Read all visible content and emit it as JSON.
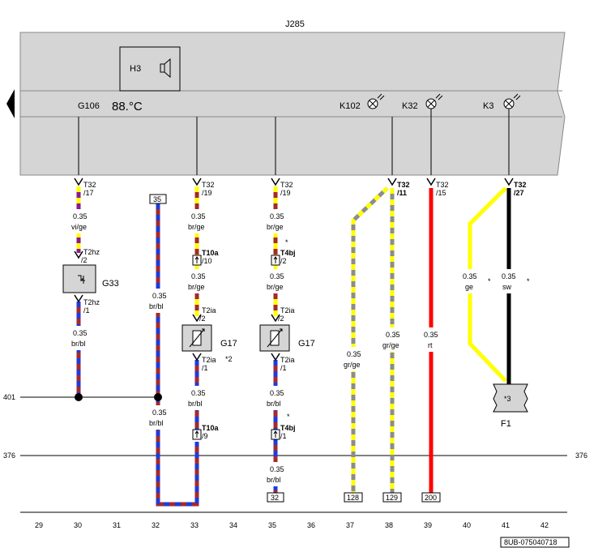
{
  "unit_id": "J285",
  "components": {
    "h3": "H3",
    "g106": "G106",
    "display": "88.°C",
    "k102": "K102",
    "k32": "K32",
    "k3": "K3",
    "g33": "G33",
    "g17_a": "G17",
    "g17_b": "G17",
    "f1": "F1",
    "f1_note": "*3",
    "g17_a_note": "*2"
  },
  "connectors": {
    "w30_top": [
      "T32",
      "/17"
    ],
    "w33_top": [
      "T32",
      "/19"
    ],
    "w35_top": [
      "T32",
      "/19"
    ],
    "w38_top": [
      "T32",
      "/11"
    ],
    "w39_top": [
      "T32",
      "/15"
    ],
    "w41_top": [
      "T32",
      "/27"
    ],
    "w30_t2hz_a": [
      "T2hz",
      "/2"
    ],
    "w30_t2hz_b": [
      "T2hz",
      "/1"
    ],
    "w33_t10a_a": [
      "T10a",
      "/10"
    ],
    "w33_t2ia_a": [
      "T2ia",
      "/2"
    ],
    "w33_t2ia_b": [
      "T2ia",
      "/1"
    ],
    "w33_t10a_b": [
      "T10a",
      "/9"
    ],
    "w35_t4bj_a": [
      "T4bj",
      "/2"
    ],
    "w35_t2ia_a": [
      "T2ia",
      "/2"
    ],
    "w35_t2ia_b": [
      "T2ia",
      "/1"
    ],
    "w35_t4bj_b": [
      "T4bj",
      "/1"
    ]
  },
  "wire_labels": {
    "w30_a": [
      "0.35",
      "vi/ge"
    ],
    "w30_b": [
      "0.35",
      "br/bl"
    ],
    "w32_a": [
      "0.35",
      "br/bl"
    ],
    "w32_b": [
      "0.35",
      "br/bl"
    ],
    "w33_a": [
      "0.35",
      "br/ge"
    ],
    "w33_b": [
      "0.35",
      "br/ge"
    ],
    "w33_c": [
      "0.35",
      "br/bl"
    ],
    "w35_a": [
      "0.35",
      "br/ge"
    ],
    "w35_b": [
      "0.35",
      "br/ge"
    ],
    "w35_c": [
      "0.35",
      "br/bl"
    ],
    "w35_d": [
      "0.35",
      "br/bl"
    ],
    "w37": [
      "0.35",
      "gr/ge"
    ],
    "w38": [
      "0.35",
      "gr/ge"
    ],
    "w39": [
      "0.35",
      "rt"
    ],
    "w40": [
      "0.35",
      "ge"
    ],
    "w41": [
      "0.35",
      "sw"
    ]
  },
  "star": "*",
  "refs": {
    "r32": "35",
    "r35": "32",
    "r37": "128",
    "r38": "129",
    "r39": "200"
  },
  "lines": {
    "l401": "401",
    "l376_left": "376",
    "l376_right": "376"
  },
  "columns": [
    "29",
    "30",
    "31",
    "32",
    "33",
    "34",
    "35",
    "36",
    "37",
    "38",
    "39",
    "40",
    "41",
    "42"
  ],
  "diagram_code": "8UB-075040718",
  "colors": {
    "housing": "#d5d5d5",
    "violet": "#8b1a8b",
    "yellow": "#ffff00",
    "brown": "#a52a2a",
    "blue": "#1f3bd9",
    "grey": "#8c8c8c",
    "red": "#ff0000",
    "black": "#000000"
  }
}
